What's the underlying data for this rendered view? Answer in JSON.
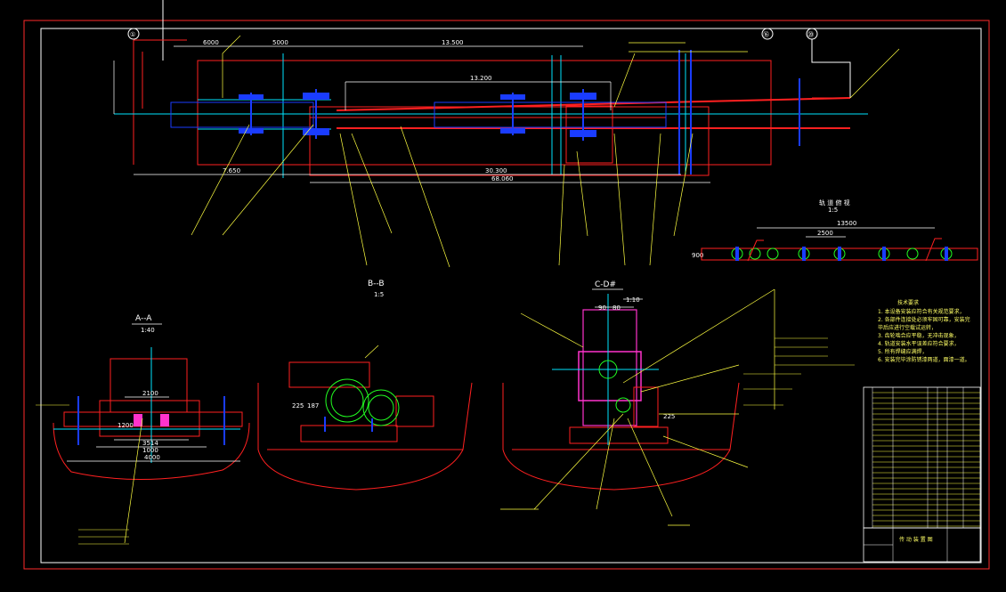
{
  "colors": {
    "background": "#000000",
    "border": "#ff2a2a",
    "frame": "#ffffff",
    "structure": "#ff2020",
    "axis": "#00e5ff",
    "component": "#1a3cff",
    "leader": "#ffff40",
    "gear": "#22ff22",
    "highlight": "#ff33cc"
  },
  "grid_markers": [
    "①",
    "⑯",
    "⑳"
  ],
  "plan_view": {
    "top_dimensions": [
      "6000",
      "5000",
      "13.500"
    ],
    "inner_dimension": "13.200",
    "bottom_dimensions": [
      "7.650",
      "30.300",
      "68.060"
    ]
  },
  "sections": {
    "a": {
      "title": "A--A",
      "scale": "1:40",
      "dimensions": [
        "2100",
        "1200",
        "3514",
        "1000",
        "4000"
      ]
    },
    "b": {
      "title": "B--B",
      "scale": "1:5",
      "dimensions": [
        "225",
        "187"
      ]
    },
    "c": {
      "title": "C-D#",
      "dimensions": [
        "90",
        "80",
        "1:10",
        "225"
      ]
    }
  },
  "rail_detail": {
    "title": "轨 道 俯 视",
    "scale": "1:5",
    "dimensions": [
      "13500",
      "2500",
      "900"
    ]
  },
  "notes": {
    "title": "技术要求",
    "lines": [
      "1. 本设备安装应符合有关规范要求，",
      "2. 各部件连接处必须牢固可靠，安装完",
      "   毕后应进行空载试运转，",
      "3. 齿轮啮合应平稳，无冲击现象，",
      "4. 轨道安装水平误差应符合要求，",
      "5. 所有焊缝应满焊，",
      "6. 安装完毕涂防锈漆两道，面漆一道。"
    ]
  },
  "title_block": {
    "name": "传 动 装 置 图"
  }
}
